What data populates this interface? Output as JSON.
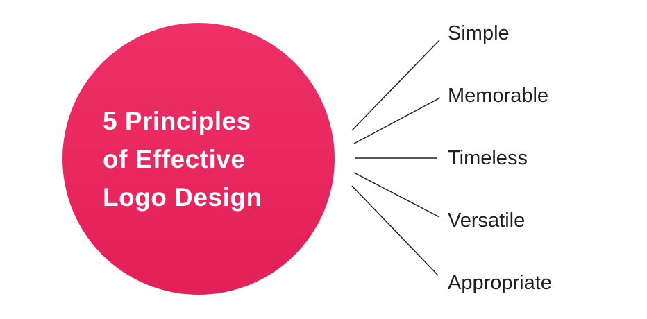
{
  "diagram": {
    "title_lines": [
      "5 Principles",
      "of Effective",
      "Logo Design"
    ],
    "principles": [
      "Simple",
      "Memorable",
      "Timeless",
      "Versatile",
      "Appropriate"
    ],
    "colors": {
      "circle_fill": "#e8285c",
      "title_text": "#ffffff",
      "label_text": "#231f20",
      "connector_line": "#231f20"
    }
  }
}
